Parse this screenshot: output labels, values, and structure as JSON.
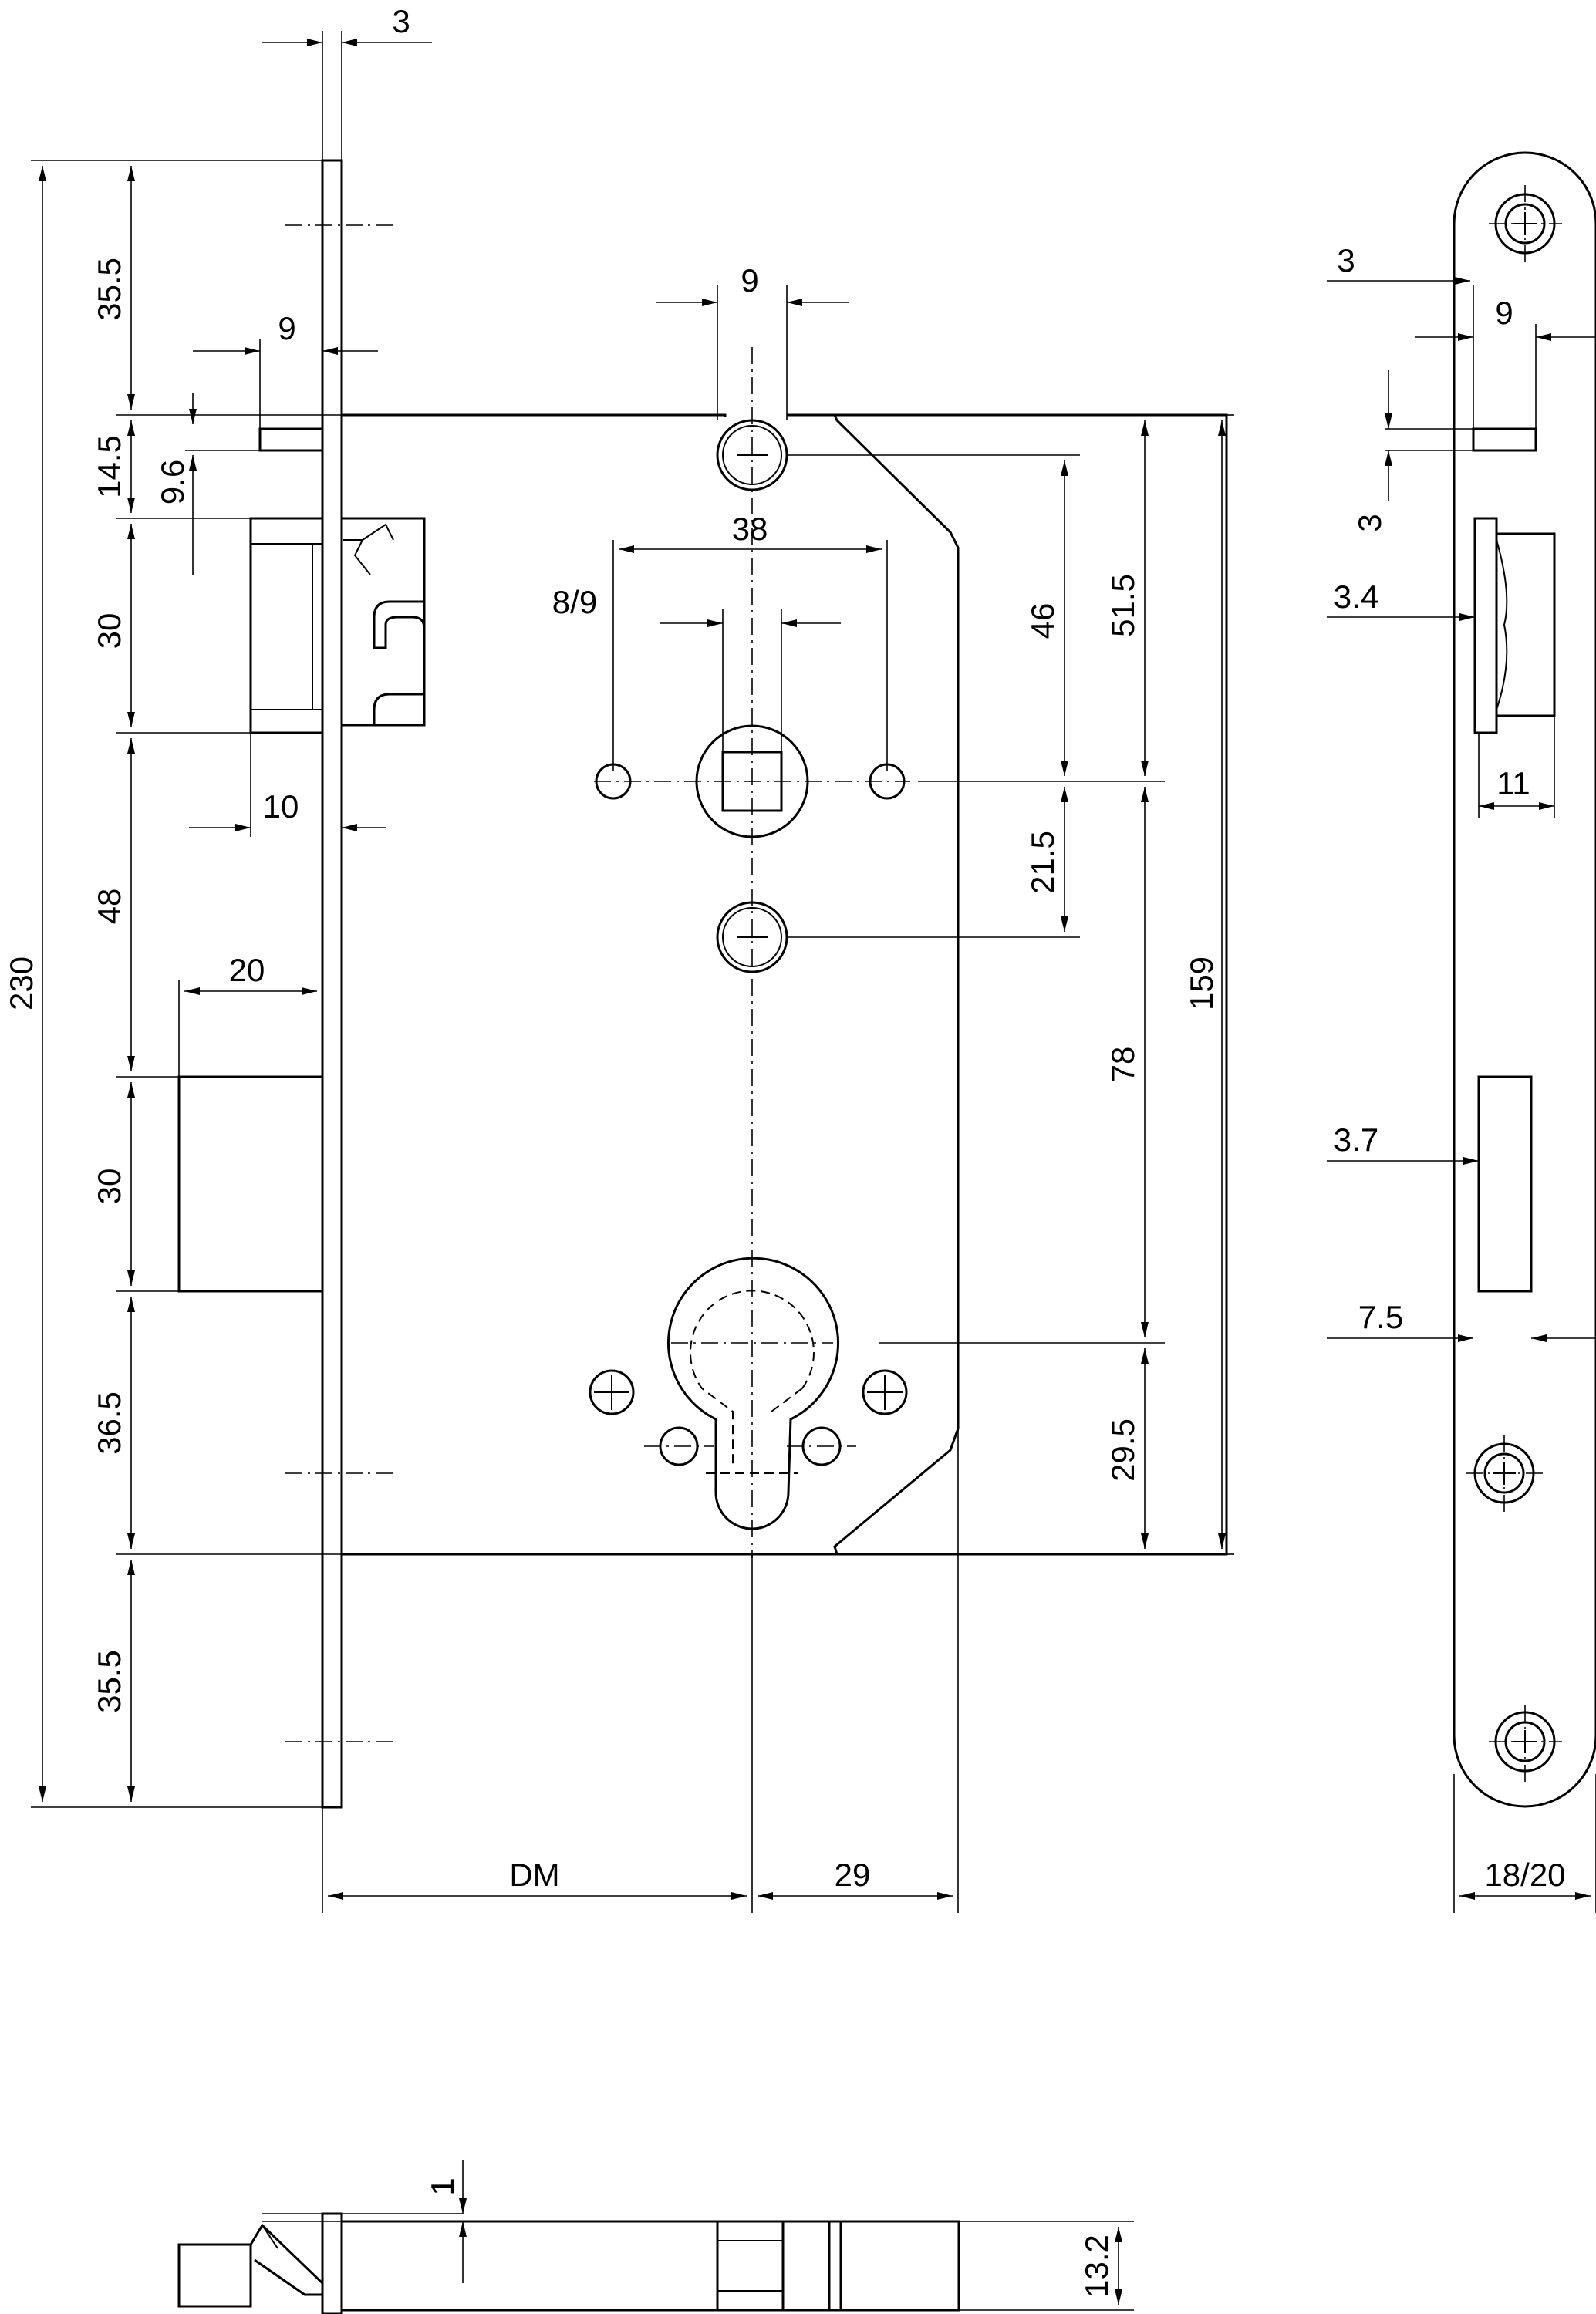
{
  "dimensions": {
    "faceplate_thickness": "3",
    "faceplate_top_to_bolt": "35.5",
    "bolt_offset": "9",
    "bolt_height": "14.5",
    "bolt_offset_vertical": "9.6",
    "latch_height": "30",
    "latch_depth": "10",
    "latch_to_deadbolt": "48",
    "deadbolt_depth": "20",
    "deadbolt_height": "30",
    "deadbolt_to_case": "36.5",
    "faceplate_bottom": "35.5",
    "overall_height": "230",
    "hole_width": "9",
    "follower_spacing": "38",
    "follower_square": "8/9",
    "top_hole_to_follower": "46",
    "case_top_to_follower": "51.5",
    "follower_to_lower_hole": "21.5",
    "follower_to_cylinder": "78",
    "case_height": "159",
    "cylinder_to_case_bottom": "29.5",
    "backset": "DM",
    "cylinder_to_case_back": "29",
    "side_bolt_offset": "3",
    "side_bolt_width": "9",
    "side_bolt_height": "3",
    "side_latch_offset": "3.4",
    "side_latch_width": "11",
    "side_deadbolt_offset": "3.7",
    "side_deadbolt_width": "7.5",
    "faceplate_width": "18/20",
    "bottom_flange": "1",
    "case_thickness": "13.2"
  }
}
